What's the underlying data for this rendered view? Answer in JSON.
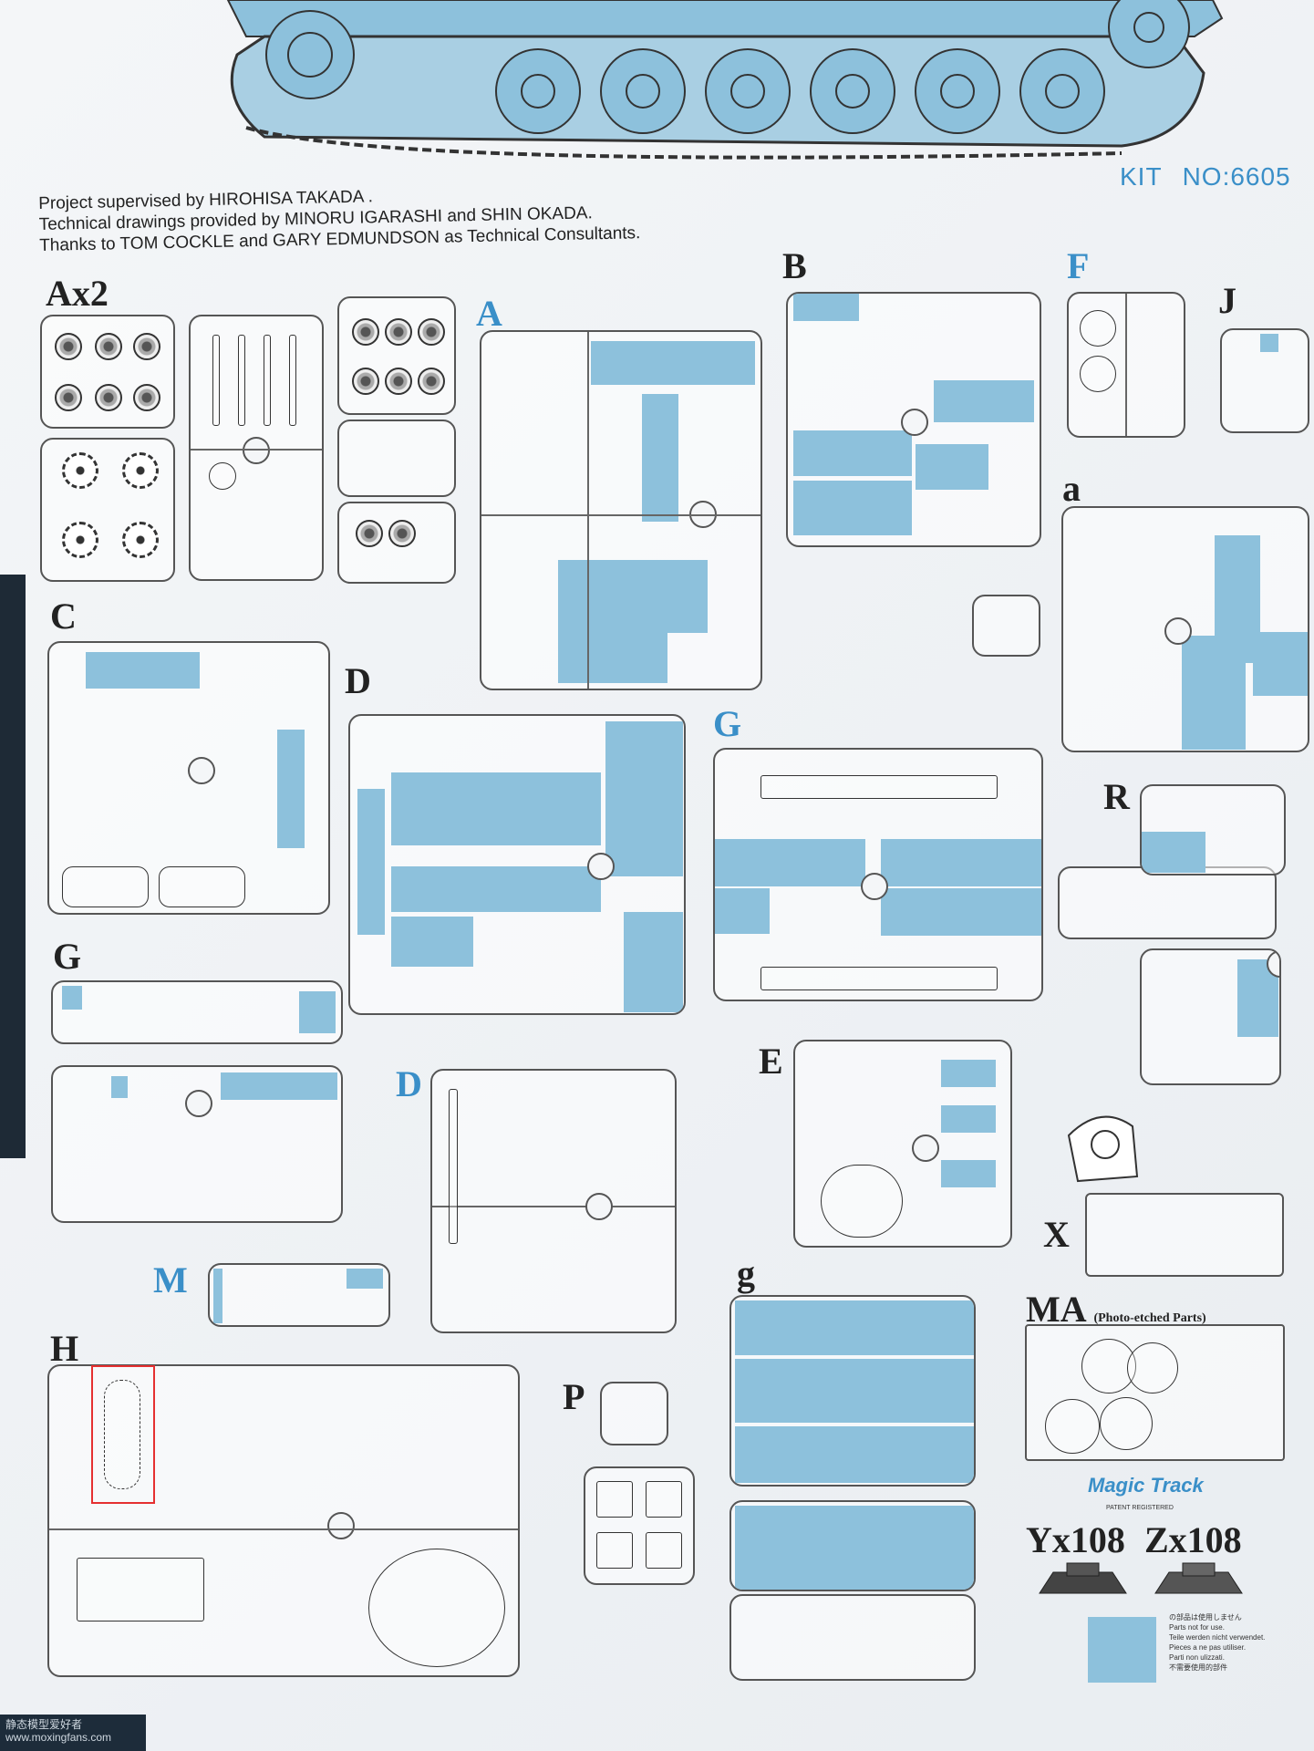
{
  "credits": {
    "line1": "Project supervised by HIROHISA TAKADA .",
    "line2": "Technical drawings provided by MINORU IGARASHI and SHIN OKADA.",
    "line3": "Thanks to TOM COCKLE and GARY EDMUNDSON as Technical Consultants."
  },
  "kit": {
    "label": "KIT",
    "number": "NO:6605"
  },
  "sprues": {
    "ax2": "Ax2",
    "a": "A",
    "b": "B",
    "f": "F",
    "j": "J",
    "a_lower": "a",
    "c": "C",
    "d1": "D",
    "g1": "G",
    "r": "R",
    "g2": "G",
    "d2": "D",
    "e": "E",
    "x": "X",
    "m": "M",
    "g_lower": "g",
    "ma": "MA",
    "ma_sub": "(Photo-etched Parts)",
    "h": "H",
    "p": "P"
  },
  "tracks": {
    "brand": "Magic Track",
    "patent": "PATENT REGISTERED",
    "y_count": "Yx108",
    "z_count": "Zx108"
  },
  "legend": {
    "jp": "の部品は使用しません",
    "en": "Parts not for use.",
    "de": "Teile werden nicht verwendet.",
    "fr": "Pieces a ne pas utiliser.",
    "it": "Parti non ulizzati.",
    "cn": "不需要使用的部件"
  },
  "watermark": {
    "line1": "静态模型爱好者",
    "line2": "www.moxingfans.com"
  },
  "colors": {
    "shade": "#8dc1dc",
    "accent": "#3a8fc8",
    "highlight": "#e53030"
  }
}
